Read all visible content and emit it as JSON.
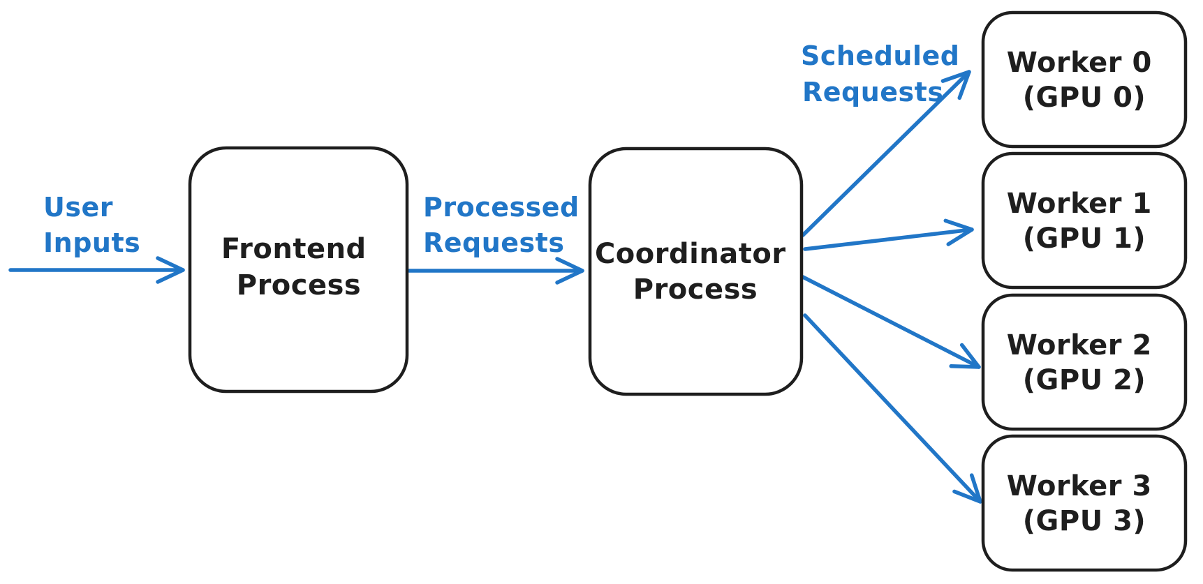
{
  "canvas": {
    "background_color": "#ffffff",
    "ink_color": "#1e1e1e",
    "accent_color": "#2176c7"
  },
  "nodes": {
    "frontend": {
      "line1": "Frontend",
      "line2": "Process"
    },
    "coordinator": {
      "line1": "Coordinator",
      "line2": "Process"
    },
    "worker0": {
      "line1": "Worker 0",
      "line2": "(GPU 0)"
    },
    "worker1": {
      "line1": "Worker 1",
      "line2": "(GPU 1)"
    },
    "worker2": {
      "line1": "Worker 2",
      "line2": "(GPU 2)"
    },
    "worker3": {
      "line1": "Worker 3",
      "line2": "(GPU 3)"
    }
  },
  "edge_labels": {
    "user_inputs": {
      "line1": "User",
      "line2": "Inputs"
    },
    "processed_requests": {
      "line1": "Processed",
      "line2": "Requests"
    },
    "scheduled_requests": {
      "line1": "Scheduled",
      "line2": "Requests"
    }
  }
}
